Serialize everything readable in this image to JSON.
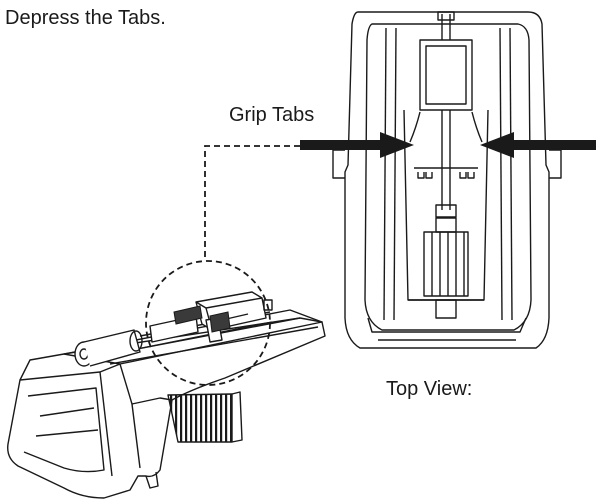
{
  "instruction": "Depress the Tabs.",
  "callout_label": "Grip Tabs",
  "view_label": "Top View:",
  "colors": {
    "line": "#1a1a1a",
    "tab_fill": "#3a3a3a",
    "background": "#ffffff"
  }
}
